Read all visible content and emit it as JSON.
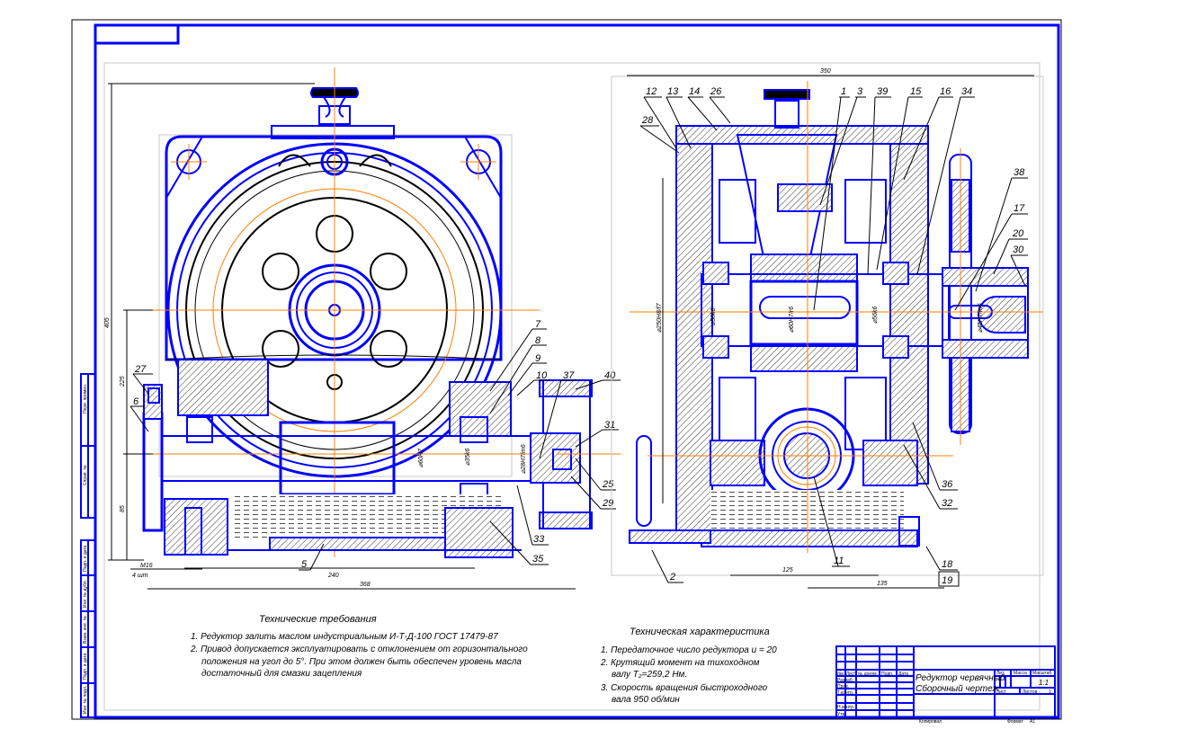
{
  "drawing": {
    "title_block": {
      "name_line1": "Редуктор червячный",
      "name_line2": "Сборочный чертеж",
      "scale": "1:1",
      "sheet_label": "Лист",
      "sheets_label": "Листов",
      "sheets_count": "1",
      "lit_label": "Лит.",
      "mass_label": "Масса",
      "scale_label": "Масштаб",
      "copied_label": "Копировал",
      "format_label": "Формат",
      "format_value": "A1",
      "row_labels": [
        "Изм.",
        "Лист",
        "№ докум.",
        "Подп.",
        "Дата"
      ],
      "role_labels": [
        "Разраб.",
        "Пров.",
        "Т.контр.",
        "Н.контр.",
        "Утв."
      ]
    },
    "side_stamp": [
      "Инв. № подл.",
      "Подп. и дата",
      "Взам. инв. №",
      "Инв. № дубл.",
      "Подп. и дата",
      "Справ. №",
      "Перв. примен."
    ],
    "tech_requirements": {
      "title": "Технические требования",
      "items": [
        "1. Редуктор залить маслом индустриальным И-Т-Д-100 ГОСТ 17479-87",
        "2. Привод допускается эксплуатировать с отклонением от горизонтального",
        "положения на угол до 5°. При этом должен быть обеспечен уровень масла",
        "достаточный для смазки зацепления"
      ]
    },
    "tech_characteristics": {
      "title": "Техническая характеристика",
      "items": [
        "1. Передаточное число редуктора u = 20",
        "2. Крутящий момент на тихоходном",
        "валу T₂=259,2 Нм.",
        "3. Скорость вращения быстроходного",
        "вала 950 об/мин"
      ]
    },
    "front_view": {
      "dimensions": {
        "overall_height": "405",
        "height_225": "225",
        "height_85": "85",
        "width_240": "240",
        "width_368": "368",
        "bolt": "M16",
        "bolt_count": "4 шт",
        "fit_d60": "⌀60H7",
        "fit_d35": "⌀35k6",
        "fit_d28": "⌀28H7/m6"
      },
      "part_labels": [
        "27",
        "6",
        "7",
        "8",
        "9",
        "10",
        "37",
        "40",
        "31",
        "25",
        "29",
        "33",
        "35",
        "5"
      ]
    },
    "side_view": {
      "dimensions": {
        "overall_width": "350",
        "dia_250": "⌀250H8/f7",
        "dia_50": "⌀50k6",
        "dia_60": "⌀60H7/r6",
        "dia_56": "⌀56k6",
        "dia_45": "⌀45H7/m6",
        "len_125": "125",
        "len_135": "135"
      },
      "part_labels": [
        "12",
        "13",
        "14",
        "26",
        "28",
        "1",
        "3",
        "39",
        "15",
        "16",
        "34",
        "38",
        "17",
        "20",
        "30",
        "36",
        "32",
        "18",
        "19",
        "2",
        "11"
      ]
    },
    "colors": {
      "contour": "#0000ff",
      "axis": "#ff7f00",
      "thin": "#000000",
      "frame_gray": "#c8c8c8"
    }
  }
}
